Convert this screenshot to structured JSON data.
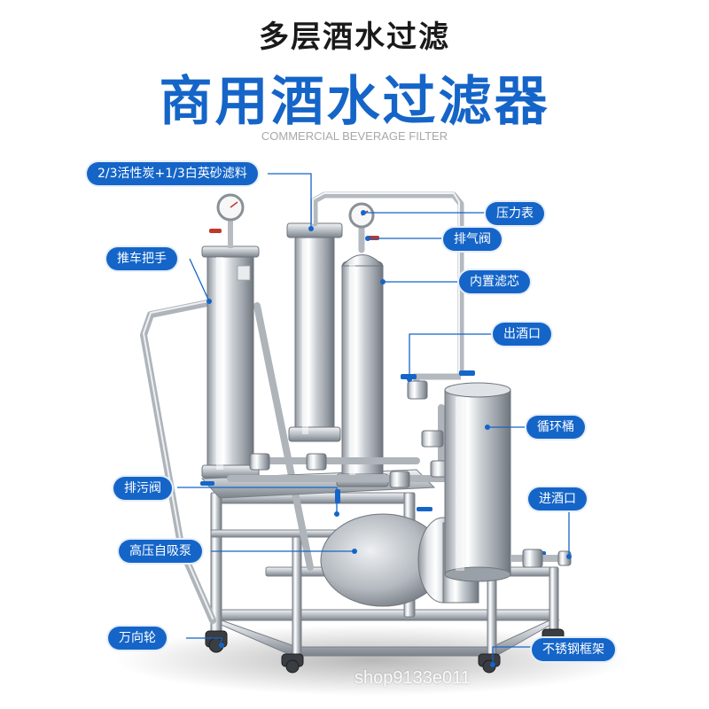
{
  "header": {
    "title_top": "多层酒水过滤",
    "title_main": "商用酒水过滤器",
    "subtitle_en": "COMMERCIAL BEVERAGE FILTER"
  },
  "callouts": {
    "filter_media": "2/3活性炭+1/3白英砂滤料",
    "pressure_gauge": "压力表",
    "vent_valve": "排气阀",
    "cart_handle": "推车把手",
    "inner_cartridge": "内置滤芯",
    "wine_outlet": "出酒口",
    "circulation_tank": "循环桶",
    "drain_valve": "排污阀",
    "wine_inlet": "进酒口",
    "pump": "高压自吸泵",
    "caster": "万向轮",
    "frame": "不锈钢框架"
  },
  "watermark": "shop9133e011",
  "colors": {
    "accent": "#1565c8",
    "steel": "#c7ccd2"
  }
}
